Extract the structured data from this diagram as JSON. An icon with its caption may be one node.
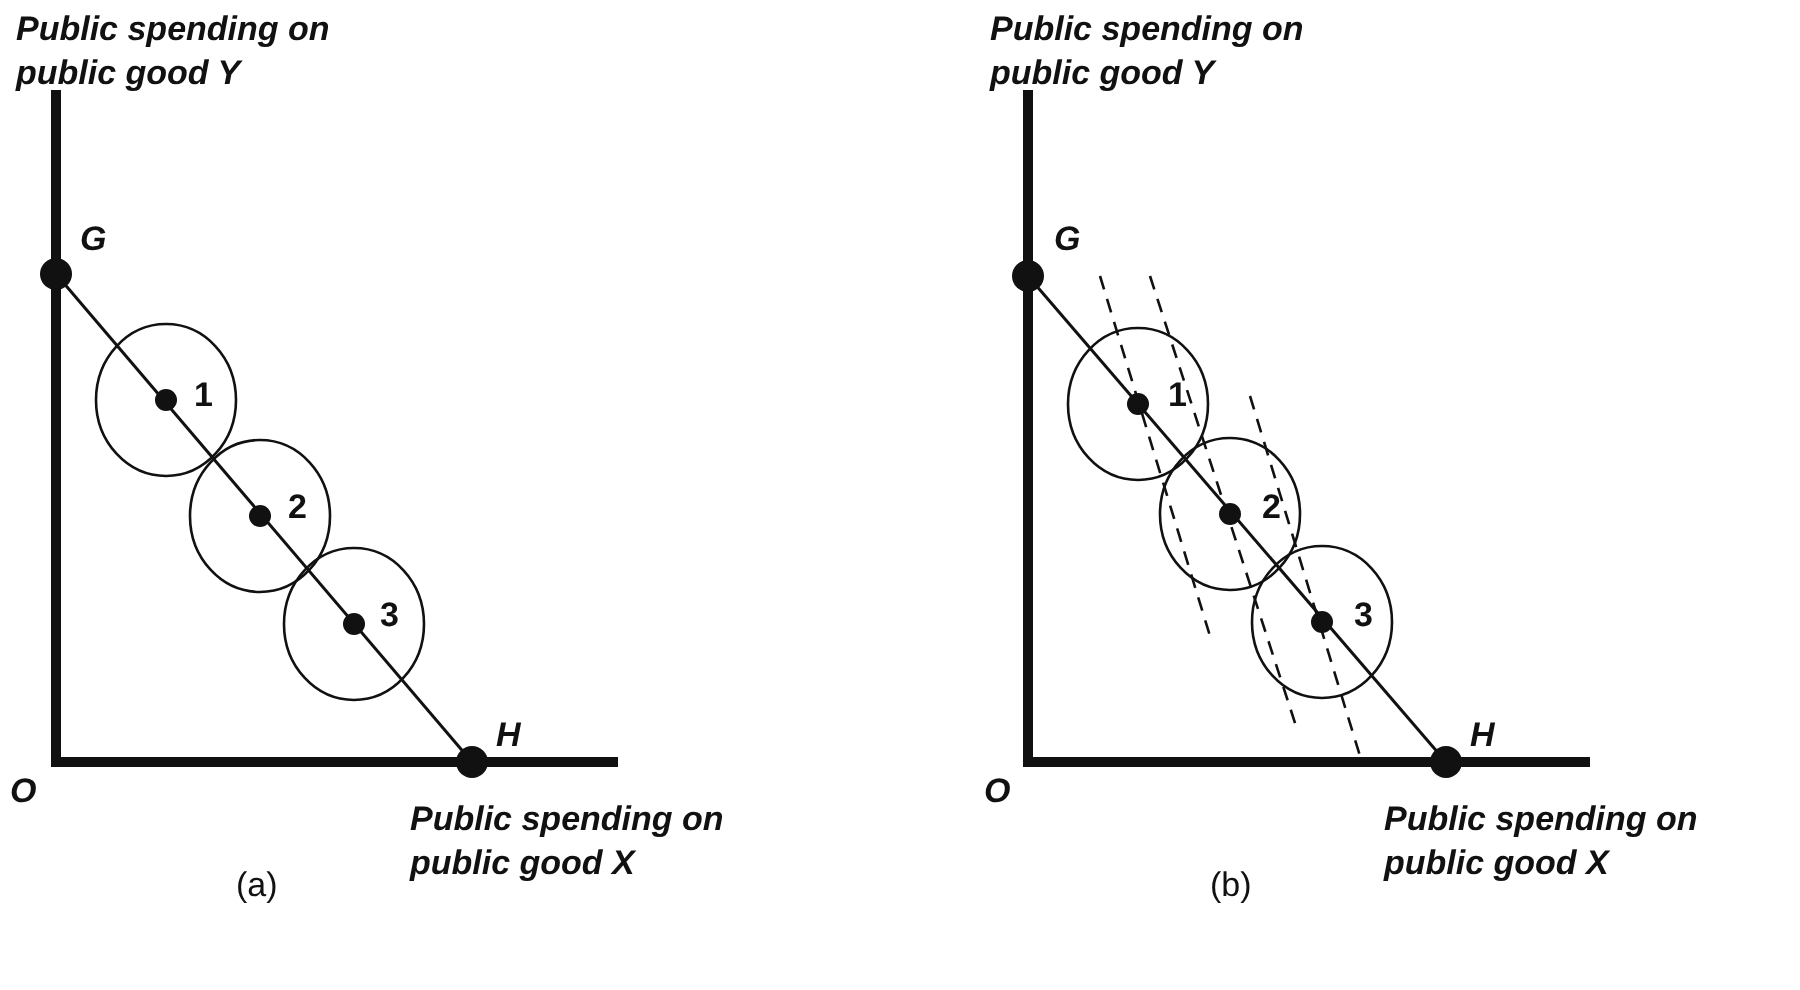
{
  "diagram": {
    "labels": [
      "Public spending on public good Y",
      "G",
      "1",
      "2",
      "3",
      "O",
      "H",
      "Public spending on public good X",
      "(a)",
      "Public spending on public good Y",
      "G",
      "1",
      "2",
      "3",
      "O",
      "H",
      "Public spending on public good X",
      "(b)"
    ]
  }
}
